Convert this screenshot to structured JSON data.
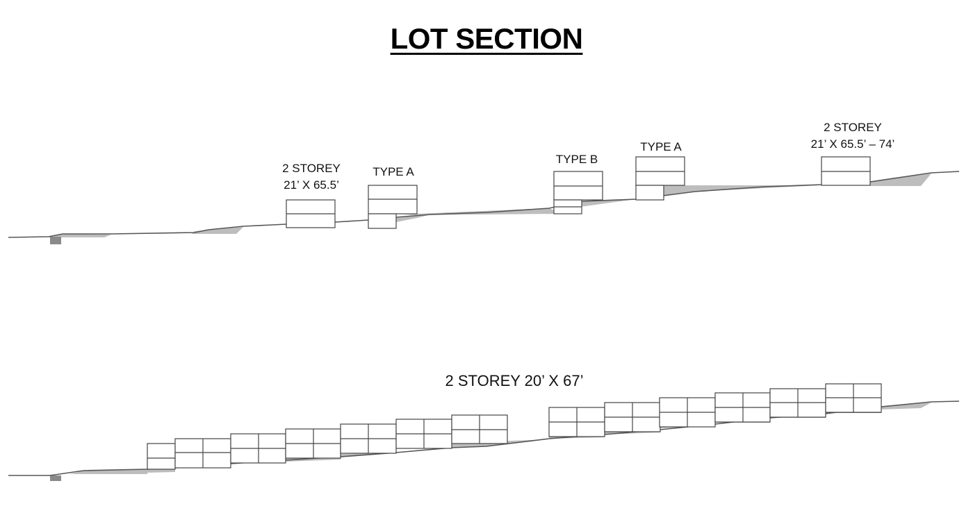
{
  "title": "LOT SECTION",
  "top_section": {
    "labels": {
      "house1": [
        "2 STOREY",
        "21’ X 65.5’"
      ],
      "house2": [
        "TYPE A"
      ],
      "house3": [
        "TYPE B"
      ],
      "house4": [
        "TYPE A"
      ],
      "house5": [
        "2 STOREY",
        "21’ X 65.5’ – 74’"
      ]
    }
  },
  "bottom_section": {
    "label": "2 STOREY 20’ X 67’"
  },
  "colors": {
    "line": "#555555",
    "cut_fill": "#bdbdbd",
    "dark_fill": "#8a8a8a"
  }
}
